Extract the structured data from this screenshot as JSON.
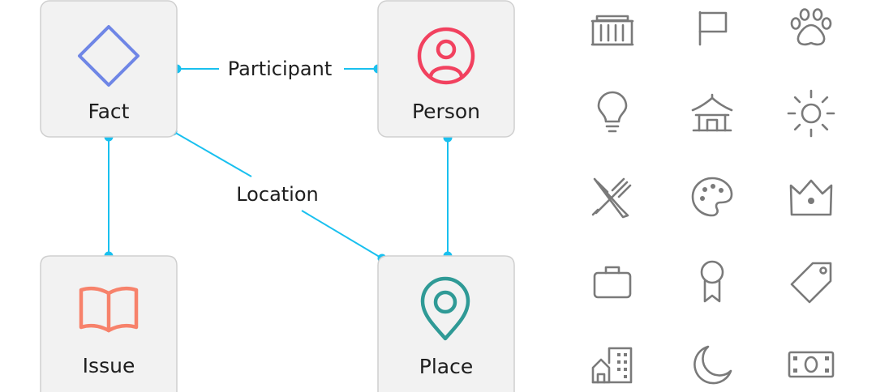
{
  "nodes": {
    "fact": {
      "label": "Fact",
      "icon": "diamond-icon",
      "color": "#6f86e6"
    },
    "person": {
      "label": "Person",
      "icon": "person-icon",
      "color": "#f2415f"
    },
    "issue": {
      "label": "Issue",
      "icon": "open-book-icon",
      "color": "#f7826b"
    },
    "place": {
      "label": "Place",
      "icon": "location-pin-icon",
      "color": "#2f9a96"
    }
  },
  "edges": {
    "participant": {
      "label": "Participant",
      "from": "Fact",
      "to": "Person"
    },
    "location": {
      "label": "Location",
      "from": "Fact",
      "to": "Place"
    },
    "fact_issue": {
      "from": "Fact",
      "to": "Issue"
    },
    "person_place": {
      "from": "Person",
      "to": "Place"
    }
  },
  "edge_color": "#19c0ef",
  "icon_grid": {
    "color": "#7a7a7a",
    "icons": [
      "building-icon",
      "flag-icon",
      "paw-icon",
      "lightbulb-icon",
      "pagoda-icon",
      "sun-icon",
      "fork-knife-icon",
      "palette-icon",
      "crown-icon",
      "briefcase-icon",
      "award-ribbon-icon",
      "tag-icon",
      "city-buildings-icon",
      "moon-icon",
      "banknote-icon"
    ]
  }
}
